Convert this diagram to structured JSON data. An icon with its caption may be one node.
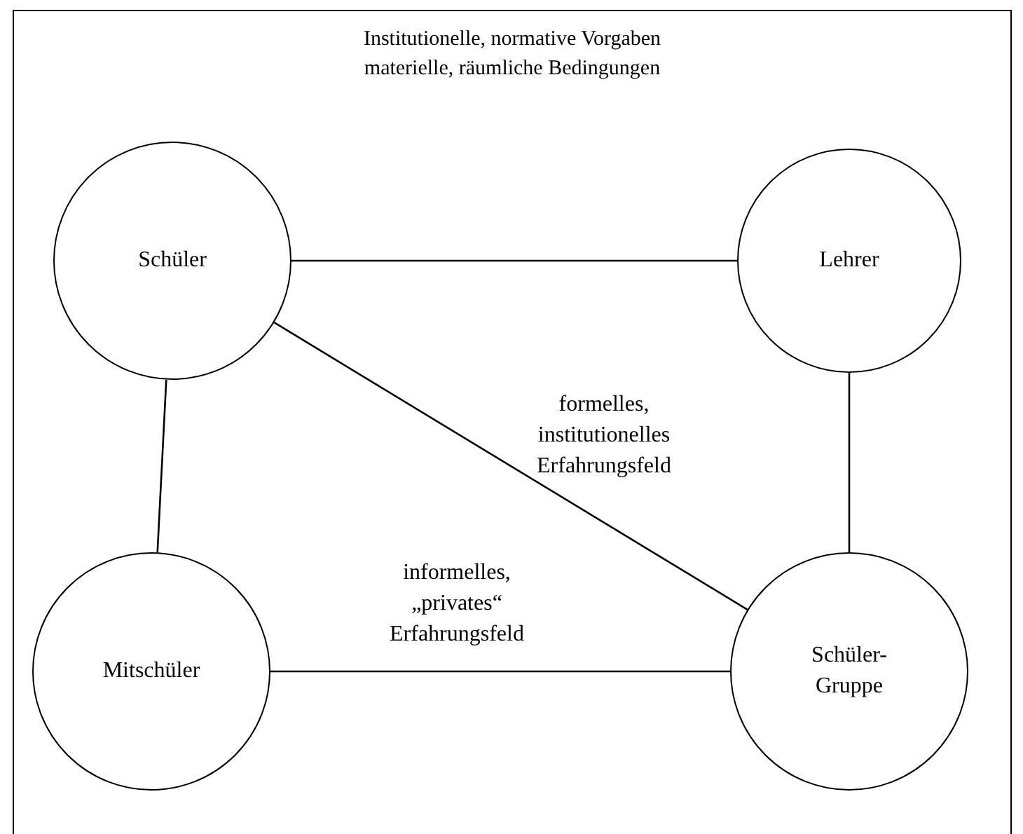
{
  "diagram": {
    "nodes": [
      {
        "text": [
          "Institutionelle, normative Vorgaben",
          "materielle, räumliche Bedingungen"
        ]
      },
      {
        "text": [
          "Schüler"
        ],
        "in": 0
      },
      {
        "text": [
          "Lehrer"
        ],
        "in": 0
      },
      {
        "text": [
          "Mitschüler"
        ],
        "in": 0
      },
      {
        "text": [
          "Schüler-Gruppe"
        ],
        "in": 0
      }
    ],
    "edges": [
      {
        "from": 1,
        "to": 2,
        "arrow": "none"
      },
      {
        "from": 1,
        "to": 3,
        "arrow": "none"
      },
      {
        "from": 2,
        "to": 4,
        "arrow": "none"
      },
      {
        "from": 1,
        "to": 4,
        "arrow": "none"
      },
      {
        "from": 3,
        "to": 4,
        "arrow": "none"
      }
    ],
    "labels": [
      "formelles, institutionelles Erfahrungsfeld",
      "informelles, „privates“ Erfahrungsfeld"
    ]
  }
}
